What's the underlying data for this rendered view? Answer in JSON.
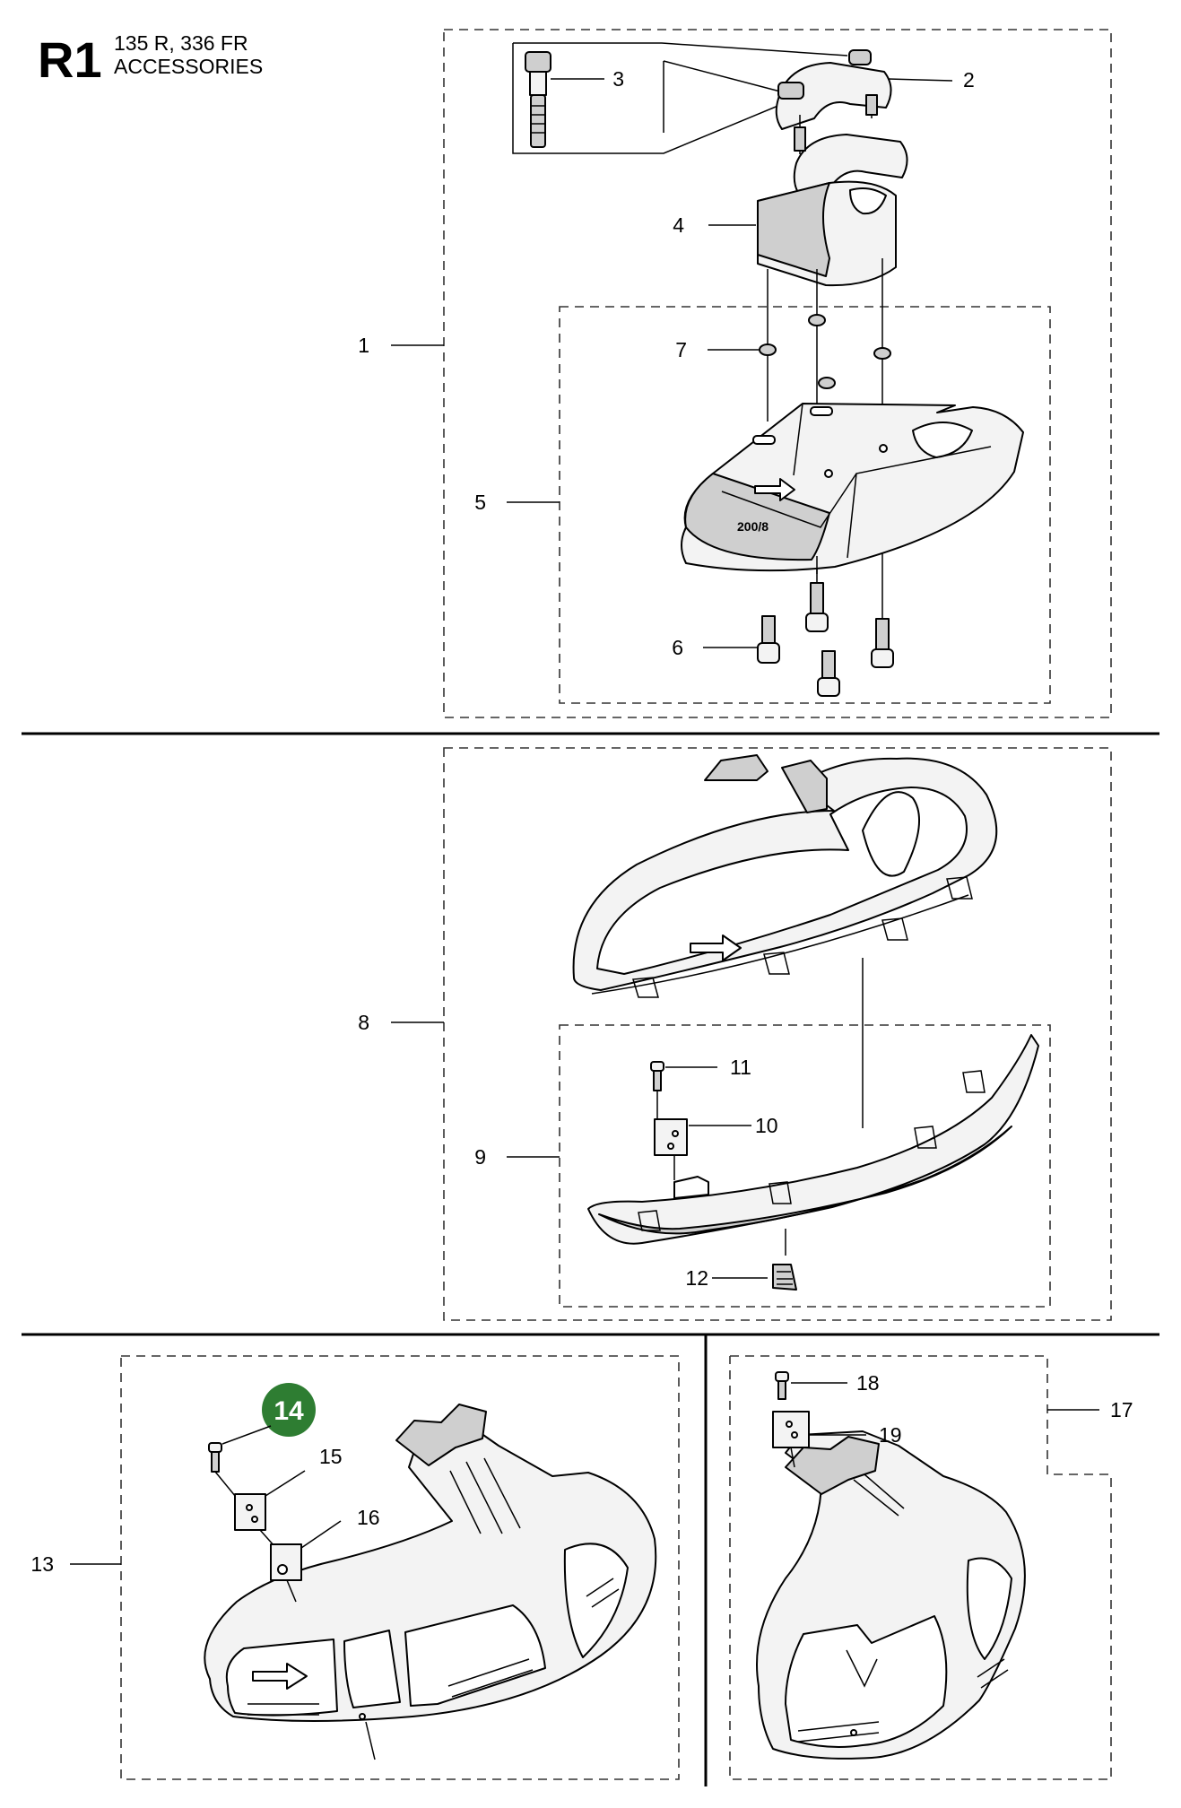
{
  "header": {
    "section_code": "R1",
    "models": "135 R, 336 FR",
    "subtitle": "ACCESSORIES"
  },
  "highlight_color": "#2e7d32",
  "callouts": {
    "c1": "1",
    "c2": "2",
    "c3": "3",
    "c4": "4",
    "c5": "5",
    "c6": "6",
    "c7": "7",
    "c8": "8",
    "c9": "9",
    "c10": "10",
    "c11": "11",
    "c12": "12",
    "c13": "13",
    "c14": "14",
    "c15": "15",
    "c16": "16",
    "c17": "17",
    "c18": "18",
    "c19": "19"
  },
  "guard_marking": "200/8"
}
